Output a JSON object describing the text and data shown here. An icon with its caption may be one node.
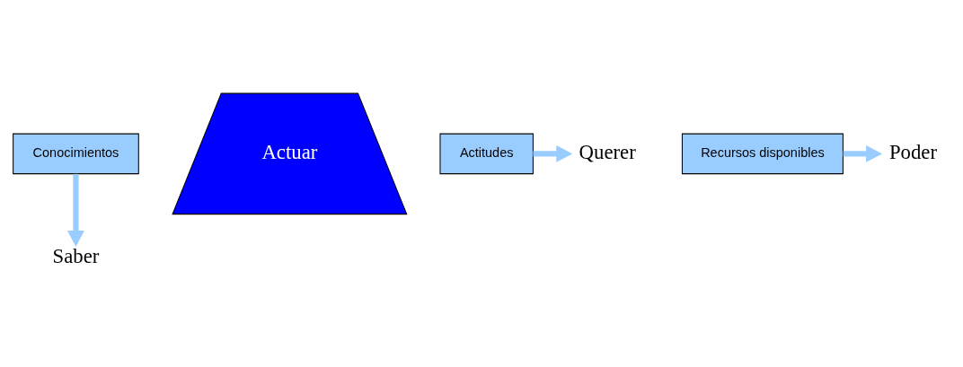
{
  "diagram": {
    "nodes": [
      {
        "text": [
          "Conocimientos"
        ]
      },
      {
        "text": [
          "Saber"
        ]
      },
      {
        "text": [
          "Actuar"
        ]
      },
      {
        "text": [
          "Actitudes"
        ]
      },
      {
        "text": [
          "Querer"
        ]
      },
      {
        "text": [
          "Recursos disponibles"
        ]
      },
      {
        "text": [
          "Poder"
        ]
      }
    ],
    "edges": [
      {
        "from": 0,
        "to": 1,
        "arrow": "to"
      },
      {
        "from": 3,
        "to": 4,
        "arrow": "to"
      },
      {
        "from": 5,
        "to": 6,
        "arrow": "to"
      }
    ]
  }
}
